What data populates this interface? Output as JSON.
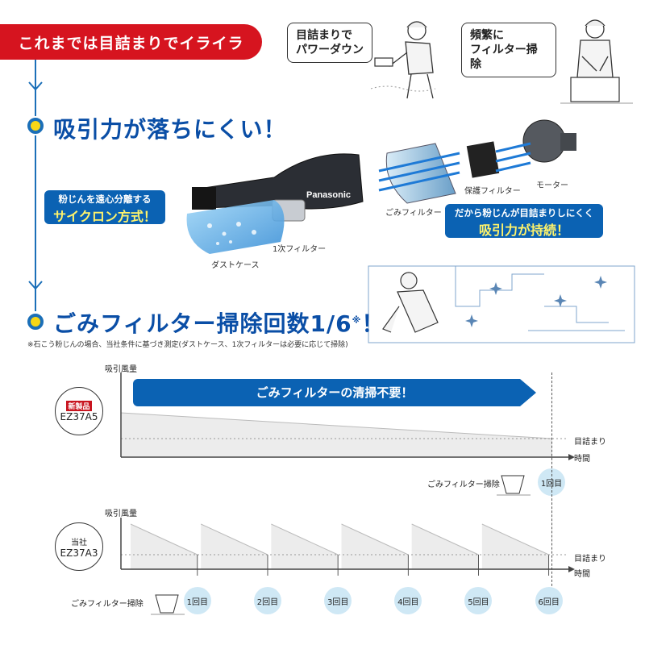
{
  "header": {
    "before_title": "これまでは目詰まりでイライラ"
  },
  "bubbles": {
    "left": "目詰まりで\nパワーダウン",
    "right": "頻繁に\nフィルター掃除"
  },
  "section1": {
    "title": "吸引力が落ちにくい！"
  },
  "product": {
    "brand": "Panasonic",
    "callout_left_line1": "粉じんを遠心分離する",
    "callout_left_line2": "サイクロン方式！",
    "callout_right_line1": "だから粉じんが目詰まりしにくく",
    "callout_right_line2": "吸引力が持続！",
    "label_dustcase": "ダストケース",
    "label_primary_filter": "1次フィルター",
    "label_dust_filter": "ごみフィルター",
    "label_protect_filter": "保護フィルター",
    "label_motor": "モーター"
  },
  "section2": {
    "title": "ごみフィルター掃除回数1/6",
    "mark": "※",
    "exclaim": "！",
    "footnote": "※石こう粉じんの場合、当社条件に基づき測定(ダストケース、1次フィルターは必要に応じて掃除)"
  },
  "chart_data": [
    {
      "type": "area",
      "ylabel": "吸引風量",
      "xlabel": "時間",
      "threshold_label": "目詰まり",
      "badge": "新製品",
      "model": "EZ37A5",
      "banner": "ごみフィルターの清掃不要！",
      "cleaning_label": "ごみフィルター掃除",
      "cleanings": [
        "1回目"
      ]
    },
    {
      "type": "area",
      "ylabel": "吸引風量",
      "xlabel": "時間",
      "threshold_label": "目詰まり",
      "badge": "当社",
      "model": "EZ37A3",
      "cleaning_label": "ごみフィルター掃除",
      "cleanings": [
        "1回目",
        "2回目",
        "3回目",
        "4回目",
        "5回目",
        "6回目"
      ]
    }
  ]
}
